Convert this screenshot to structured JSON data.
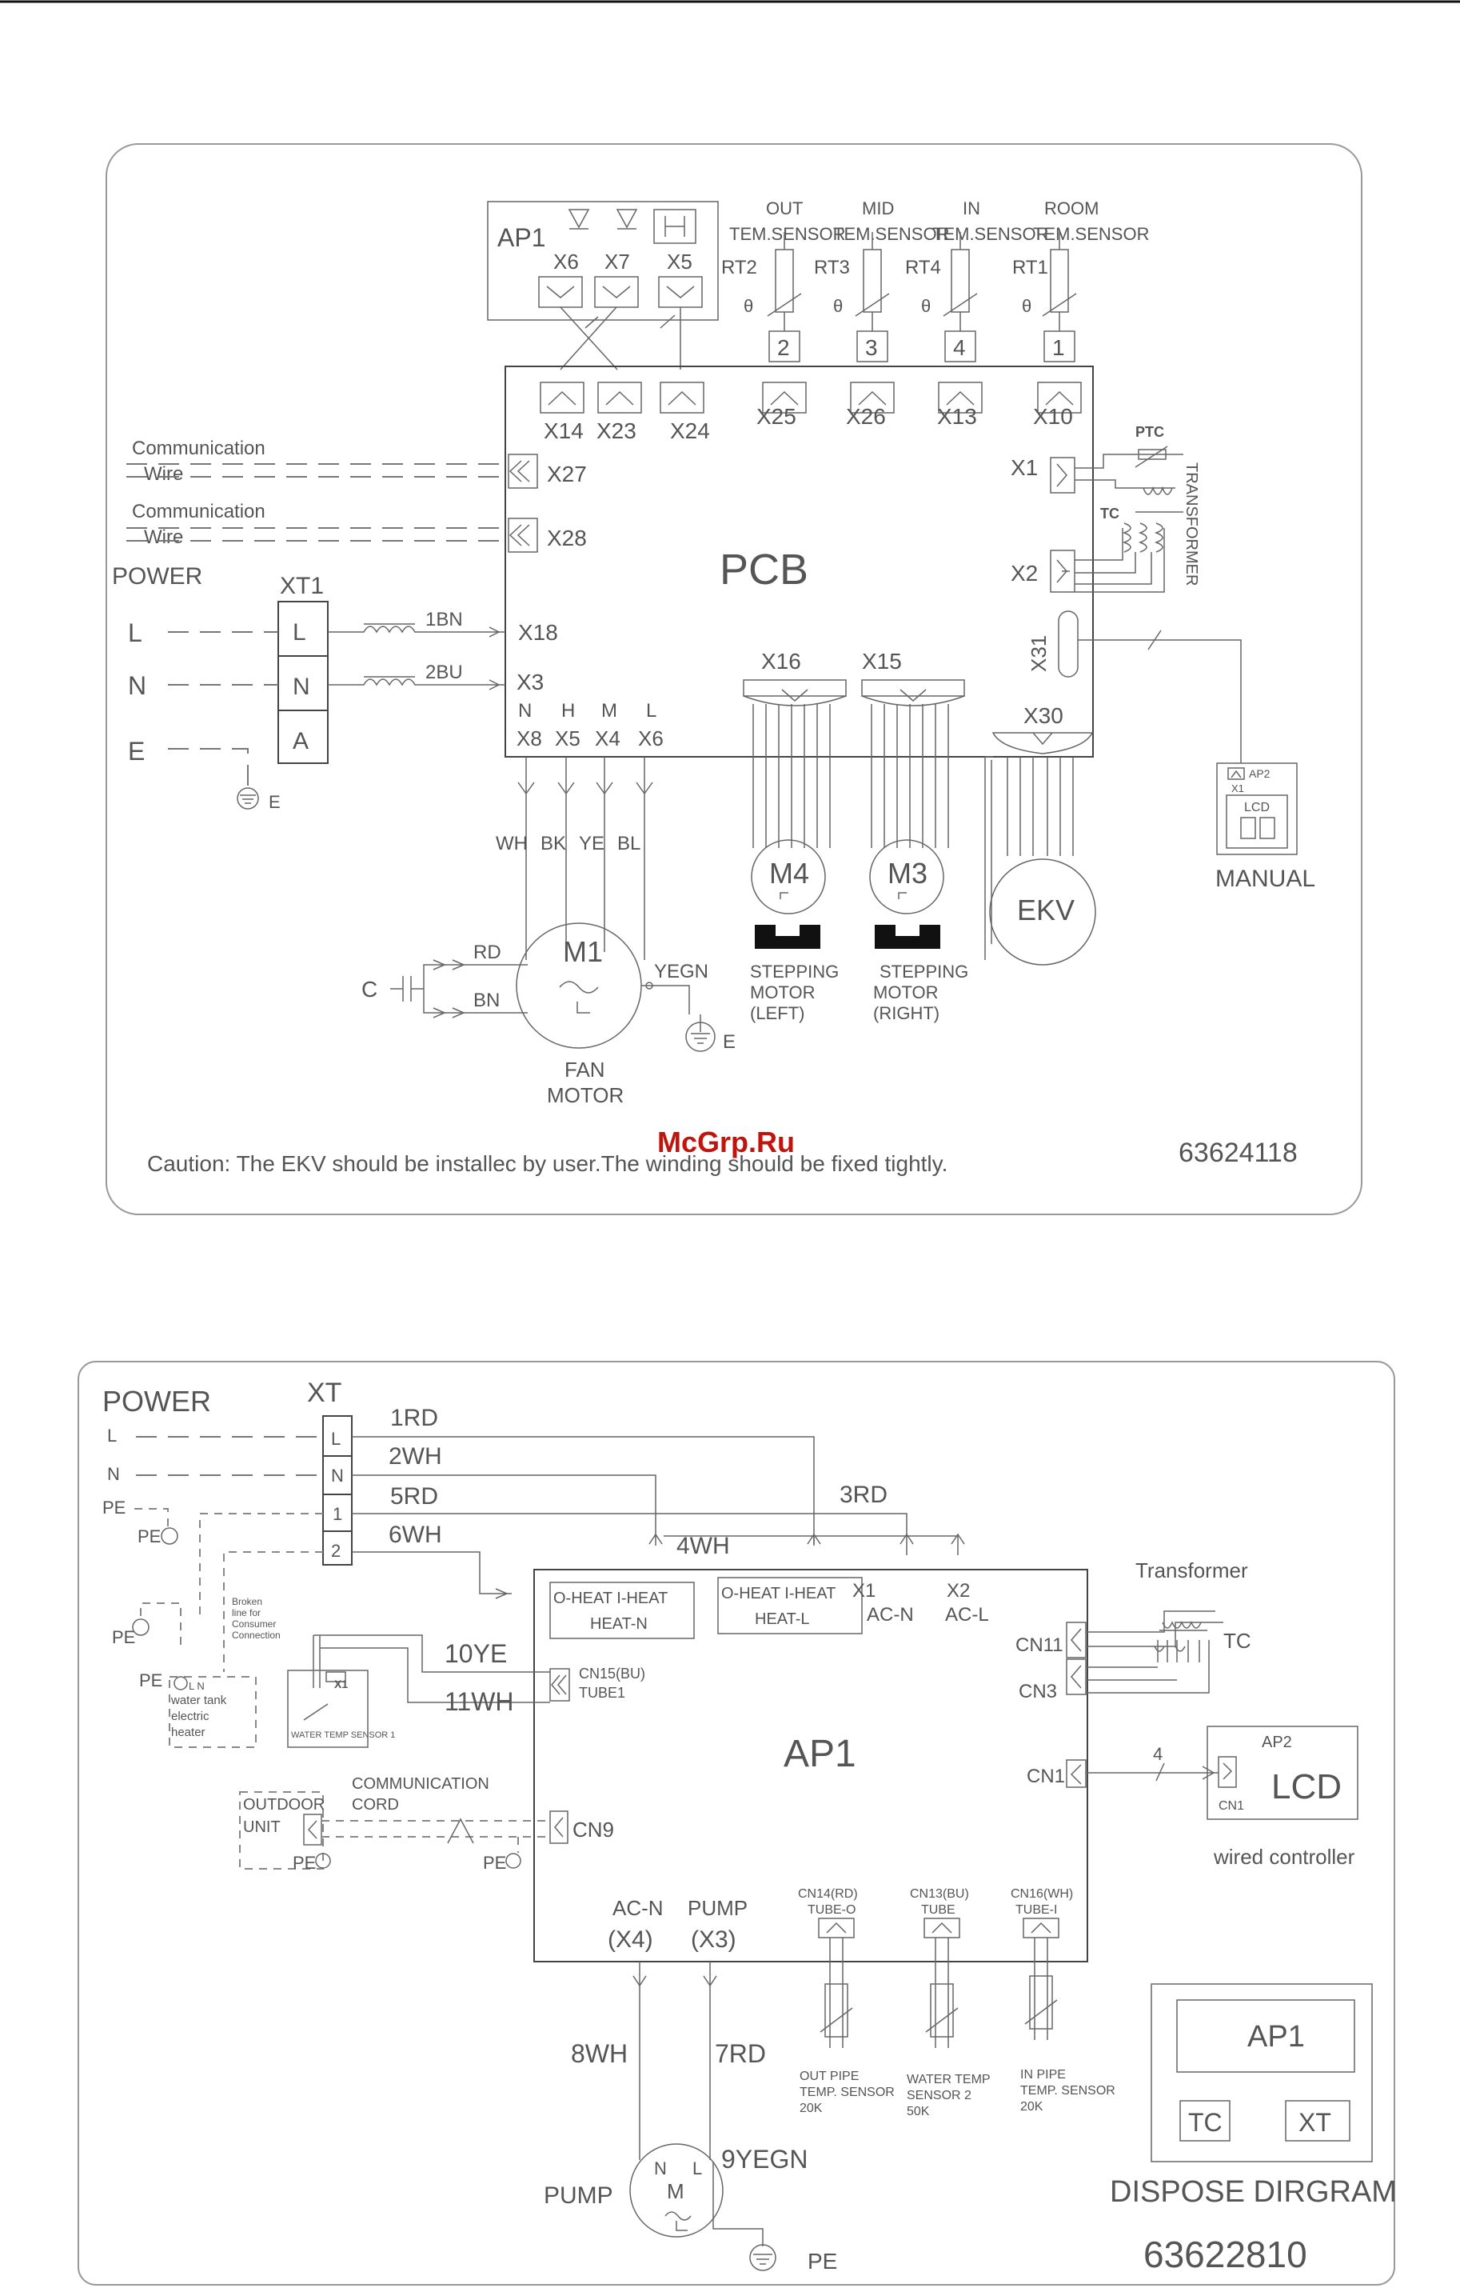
{
  "watermark": "McGrp.Ru",
  "diagram1": {
    "ap1": "AP1",
    "ap1_ports": [
      "X6",
      "X7",
      "X5"
    ],
    "sensors": [
      {
        "top": "OUT",
        "name": "TEM.SENSOR",
        "rt": "RT2",
        "num": "2",
        "port": "X25"
      },
      {
        "top": "MID",
        "name": "TEM.SENSOR",
        "rt": "RT3",
        "num": "3",
        "port": "X26"
      },
      {
        "top": "IN",
        "name": "TEM.SENSOR",
        "rt": "RT4",
        "num": "4",
        "port": "X13"
      },
      {
        "top": "ROOM",
        "name": "TEM.SENSOR",
        "rt": "RT1",
        "num": "1",
        "port": "X10"
      }
    ],
    "pcb_top_ports": [
      "X14",
      "X23",
      "X24"
    ],
    "pcb": "PCB",
    "comm1": [
      "Communication",
      "Wire"
    ],
    "comm2": [
      "Communication",
      "Wire"
    ],
    "x27": "X27",
    "x28": "X28",
    "power": "POWER",
    "xt1": "XT1",
    "terminals": [
      "L",
      "N",
      "A"
    ],
    "lines": [
      "L",
      "N",
      "E"
    ],
    "w1bn": "1BN",
    "w2bu": "2BU",
    "x18": "X18",
    "x3": "X3",
    "ground_e": "E",
    "fan_heads": [
      "N",
      "H",
      "M",
      "L"
    ],
    "fan_ports": [
      "X8",
      "X5",
      "X4",
      "X6"
    ],
    "fan_wires": [
      "WH",
      "BK",
      "YE",
      "BL"
    ],
    "x1": "X1",
    "x2": "X2",
    "x31": "X31",
    "ptc": "PTC",
    "tc": "TC",
    "transformer": "TRANSFORMER",
    "x16": "X16",
    "x15": "X15",
    "x30": "X30",
    "m4": "M4",
    "m3": "M3",
    "ekv": "EKV",
    "step_left": [
      "STEPPING",
      "MOTOR",
      "(LEFT)"
    ],
    "step_right": [
      "STEPPING",
      "MOTOR",
      "(RIGHT)"
    ],
    "ap2": "AP2",
    "ap2_x1": "X1",
    "lcd": "LCD",
    "manual": "MANUAL",
    "m1": "M1",
    "cap": "C",
    "rd": "RD",
    "bn": "BN",
    "yegn": "YEGN",
    "fan_motor": [
      "FAN",
      "MOTOR"
    ],
    "caution": "Caution: The EKV should be installec by user.The winding should be fixed tightly.",
    "code": "63624118"
  },
  "diagram2": {
    "power": "POWER",
    "xt": "XT",
    "lines": [
      "L",
      "N",
      "PE"
    ],
    "terminals": [
      "L",
      "N",
      "1",
      "2"
    ],
    "pe": "PE",
    "wires": [
      "1RD",
      "2WH",
      "5RD",
      "6WH",
      "3RD",
      "4WH"
    ],
    "broken": [
      "Broken",
      "line for",
      "Consumer",
      "Connection"
    ],
    "heat_n": [
      "O-HEAT I-HEAT",
      "HEAT-N"
    ],
    "heat_l": [
      "O-HEAT I-HEAT",
      "HEAT-L"
    ],
    "x1_acn": [
      "X1",
      "AC-N"
    ],
    "x2_acl": [
      "X2",
      "AC-L"
    ],
    "tank": [
      "L N",
      "water tank",
      "electric",
      "heater"
    ],
    "x1": "X1",
    "w10ye": "10YE",
    "w11wh": "11WH",
    "cn15": [
      "CN15(BU)",
      "TUBE1"
    ],
    "water_temp1": "WATER TEMP SENSOR 1",
    "ap1": "AP1",
    "transformer": "Transformer",
    "cn11": "CN11",
    "cn3": "CN3",
    "cn1": "CN1",
    "tc": "TC",
    "wire4": "4",
    "ap2": "AP2",
    "ap2_cn1": "CN1",
    "lcd": "LCD",
    "wired": "wired controller",
    "outdoor": [
      "OUTDOOR",
      "UNIT"
    ],
    "comm": [
      "COMMUNICATION",
      "CORD"
    ],
    "cn9": "CN9",
    "acn_x4": [
      "AC-N",
      "(X4)"
    ],
    "pump_x3": [
      "PUMP",
      "(X3)"
    ],
    "cn14": [
      "CN14(RD)",
      "TUBE-O"
    ],
    "cn13": [
      "CN13(BU)",
      "TUBE"
    ],
    "cn16": [
      "CN16(WH)",
      "TUBE-I"
    ],
    "out_pipe": [
      "OUT PIPE",
      "TEMP. SENSOR",
      "20K"
    ],
    "water_temp2": [
      "WATER TEMP",
      "SENSOR 2",
      "50K"
    ],
    "in_pipe": [
      "IN PIPE",
      "TEMP. SENSOR",
      "20K"
    ],
    "w8wh": "8WH",
    "w7rd": "7RD",
    "pump": "PUMP",
    "pump_n": "N",
    "pump_l": "L",
    "pump_m": "M",
    "w9yegn": "9YEGN",
    "dispose_ap1": "AP1",
    "dispose_tc": "TC",
    "dispose_xt": "XT",
    "dispose": "DISPOSE DIRGRAM",
    "code": "63622810"
  }
}
